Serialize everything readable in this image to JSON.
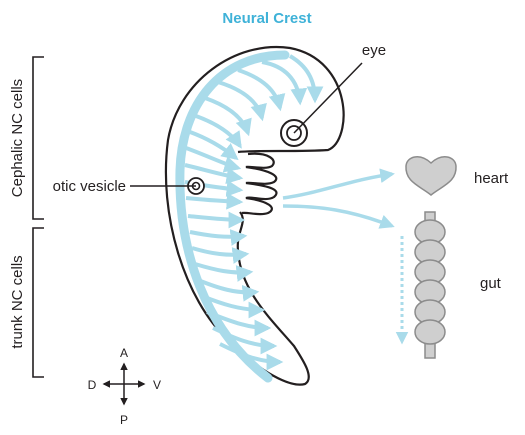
{
  "title": "Neural Crest",
  "labels": {
    "eye": "eye",
    "otic_vesicle": "otic vesicle",
    "heart": "heart",
    "gut": "gut",
    "cephalic": "Cephalic NC cells",
    "trunk": "trunk NC cells"
  },
  "axes": {
    "anterior": "A",
    "posterior": "P",
    "dorsal": "D",
    "ventral": "V"
  },
  "colors": {
    "title": "#3fb2d8",
    "crest_blue": "#a9dbea",
    "organ_gray": "#cfcfcf",
    "organ_outline": "#8c8c8c",
    "line": "#231f20"
  }
}
